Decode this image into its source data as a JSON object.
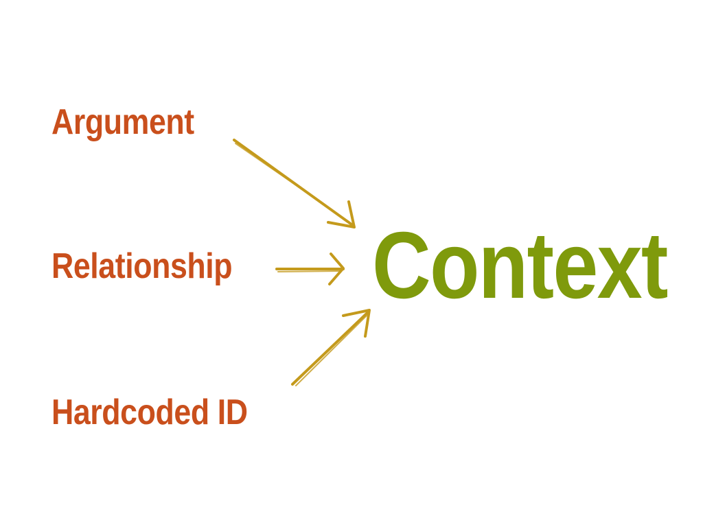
{
  "diagram": {
    "target": {
      "label": "Context",
      "color": "#7f9a0c"
    },
    "sources": [
      {
        "label": "Argument",
        "color": "#c94f1c"
      },
      {
        "label": "Relationship",
        "color": "#c94f1c"
      },
      {
        "label": "Hardcoded ID",
        "color": "#c94f1c"
      }
    ],
    "arrow_color": "#c49a1c"
  }
}
